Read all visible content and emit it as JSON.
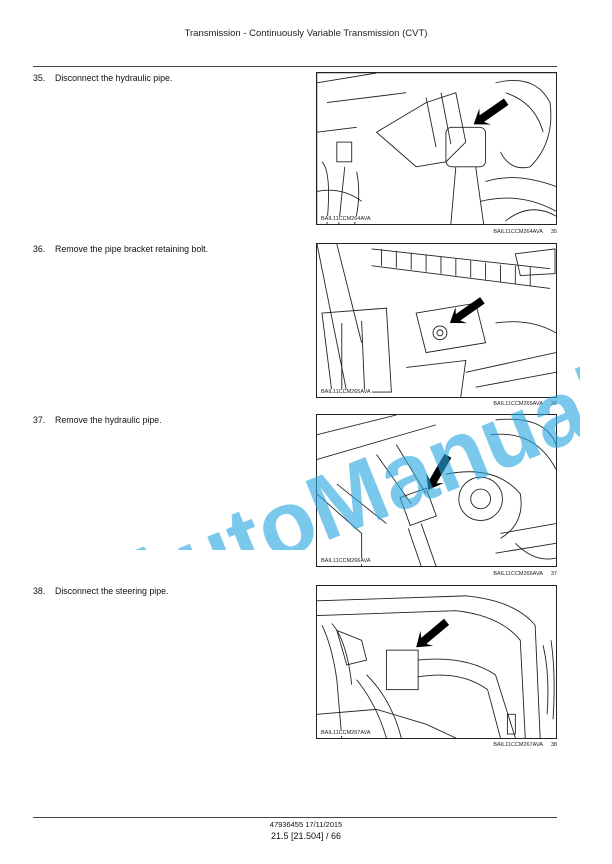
{
  "header": {
    "title": "Transmission - Continuously Variable Transmission (CVT)"
  },
  "steps": [
    {
      "number": "35.",
      "text": "Disconnect the hydraulic pipe.",
      "figure_code": "BAIL11CCM264AVA",
      "caption_code": "BAIL11CCM264AVA",
      "figure_number": "35"
    },
    {
      "number": "36.",
      "text": "Remove the pipe bracket retaining bolt.",
      "figure_code": "BAIL11CCM265AVA",
      "caption_code": "BAIL11CCM265AVA",
      "figure_number": "36"
    },
    {
      "number": "37.",
      "text": "Remove the hydraulic pipe.",
      "figure_code": "BAIL11CCM266AVA",
      "caption_code": "BAIL11CCM266AVA",
      "figure_number": "37"
    },
    {
      "number": "38.",
      "text": "Disconnect the steering pipe.",
      "figure_code": "BAIL11CCM267AVA",
      "caption_code": "BAIL11CCM267AVA",
      "figure_number": "38"
    }
  ],
  "watermark": {
    "text": "AutoManual",
    "color": "#29a8e0"
  },
  "footer": {
    "doc_line": "47936455 17/11/2015",
    "page_line": "21.5 [21.504] / 66"
  }
}
